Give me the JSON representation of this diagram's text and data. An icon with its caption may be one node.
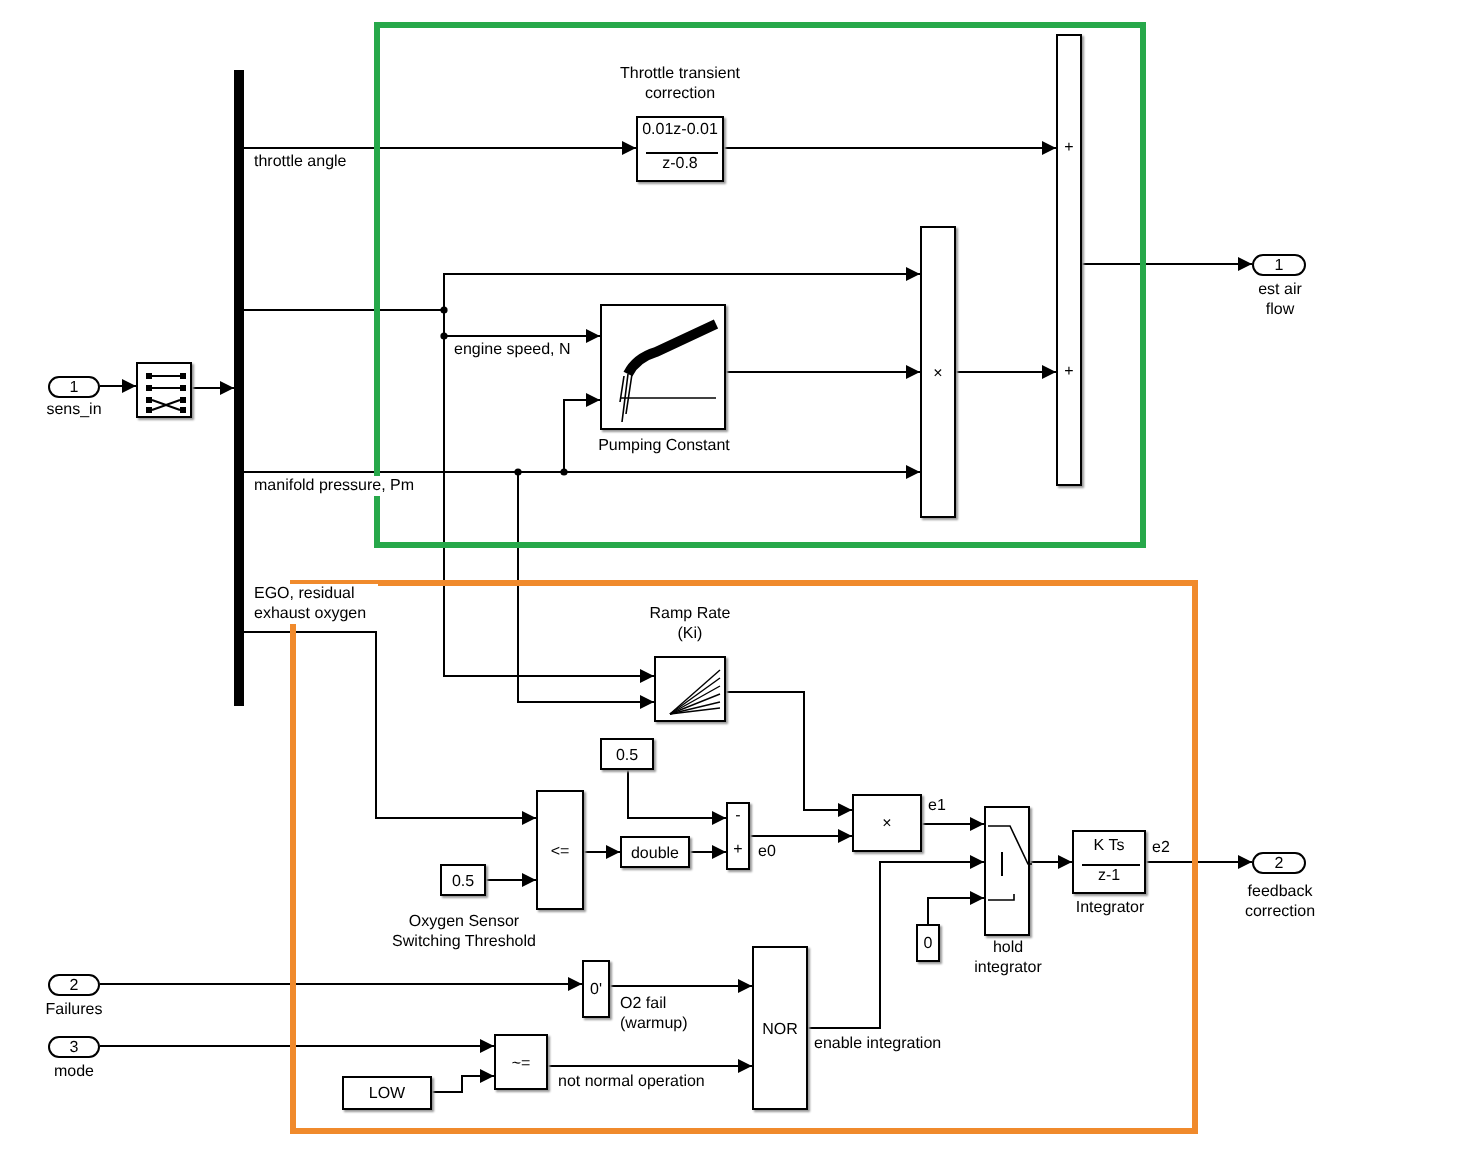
{
  "diagram": {
    "nodes": [
      {
        "text": [],
        "shape": "box"
      },
      {
        "text": [],
        "shape": "box"
      },
      {
        "text": [
          "1",
          "sens_in"
        ]
      },
      {
        "text": [],
        "shape": "box"
      },
      {
        "text": [],
        "shape": "bar"
      },
      {
        "text": [
          "Throttle transient correction",
          "0.01z-0.01",
          "z-0.8"
        ],
        "in": 0
      },
      {
        "text": [
          "Pumping Constant"
        ],
        "in": 0
      },
      {
        "text": [
          "×"
        ],
        "in": 0
      },
      {
        "text": [
          "+",
          "+"
        ],
        "in": 0
      },
      {
        "text": [
          "1",
          "est air flow"
        ]
      },
      {
        "text": [
          "Ramp Rate (Ki)"
        ],
        "in": 1
      },
      {
        "text": [
          "0.5"
        ],
        "in": 1
      },
      {
        "text": [
          "<="
        ],
        "in": 1
      },
      {
        "text": [
          "0.5",
          "Oxygen Sensor Switching Threshold"
        ],
        "in": 1
      },
      {
        "text": [
          "double"
        ],
        "in": 1
      },
      {
        "text": [
          "-",
          "+"
        ],
        "in": 1
      },
      {
        "text": [
          "×"
        ],
        "in": 1
      },
      {
        "text": [
          "hold integrator"
        ],
        "in": 1
      },
      {
        "text": [
          "0"
        ],
        "in": 1
      },
      {
        "text": [
          "K Ts",
          "z-1",
          "Integrator"
        ],
        "in": 1
      },
      {
        "text": [
          "2",
          "feedback correction"
        ]
      },
      {
        "text": [
          "2",
          "Failures"
        ]
      },
      {
        "text": [
          "3",
          "mode"
        ]
      },
      {
        "text": [
          "0'"
        ],
        "beside": [
          "O2 fail (warmup)"
        ],
        "in": 1
      },
      {
        "text": [
          "~="
        ],
        "in": 1
      },
      {
        "text": [
          "LOW"
        ],
        "in": 1
      },
      {
        "text": [
          "NOR"
        ],
        "in": 1
      }
    ],
    "edges": [
      {
        "from": 2,
        "to": 3,
        "arrow": "to"
      },
      {
        "from": 3,
        "to": 4,
        "arrow": "to"
      },
      {
        "from": 4,
        "to": 5,
        "arrow": "to",
        "label": "throttle angle"
      },
      {
        "from": 4,
        "to": 7,
        "arrow": "to"
      },
      {
        "from": 4,
        "to": 6,
        "arrow": "to",
        "label": "engine speed, N"
      },
      {
        "from": 4,
        "to": 10,
        "arrow": "to"
      },
      {
        "from": 4,
        "to": 7,
        "arrow": "to",
        "label": "manifold pressure, Pm"
      },
      {
        "from": 4,
        "to": 6,
        "arrow": "to"
      },
      {
        "from": 4,
        "to": 10,
        "arrow": "to"
      },
      {
        "from": 6,
        "to": 7,
        "arrow": "to"
      },
      {
        "from": 5,
        "to": 8,
        "arrow": "to"
      },
      {
        "from": 7,
        "to": 8,
        "arrow": "to"
      },
      {
        "from": 8,
        "to": 9,
        "arrow": "to"
      },
      {
        "from": 4,
        "to": 12,
        "arrow": "to",
        "label": "EGO, residual exhaust oxygen"
      },
      {
        "from": 13,
        "to": 12,
        "arrow": "to"
      },
      {
        "from": 12,
        "to": 14,
        "arrow": "to"
      },
      {
        "from": 14,
        "to": 15,
        "arrow": "to"
      },
      {
        "from": 11,
        "to": 15,
        "arrow": "to"
      },
      {
        "from": 10,
        "to": 16,
        "arrow": "to"
      },
      {
        "from": 15,
        "to": 16,
        "arrow": "to",
        "label": "e0"
      },
      {
        "from": 16,
        "to": 17,
        "arrow": "to",
        "label": "e1"
      },
      {
        "from": 26,
        "to": 17,
        "arrow": "to",
        "label": "enable integration"
      },
      {
        "from": 18,
        "to": 17,
        "arrow": "to"
      },
      {
        "from": 17,
        "to": 19,
        "arrow": "to"
      },
      {
        "from": 19,
        "to": 20,
        "arrow": "to",
        "label": "e2"
      },
      {
        "from": 21,
        "to": 23,
        "arrow": "to"
      },
      {
        "from": 23,
        "to": 26,
        "arrow": "to"
      },
      {
        "from": 22,
        "to": 24,
        "arrow": "to"
      },
      {
        "from": 25,
        "to": 24,
        "arrow": "to"
      },
      {
        "from": 24,
        "to": 26,
        "arrow": "to",
        "label": "not normal operation"
      }
    ]
  }
}
